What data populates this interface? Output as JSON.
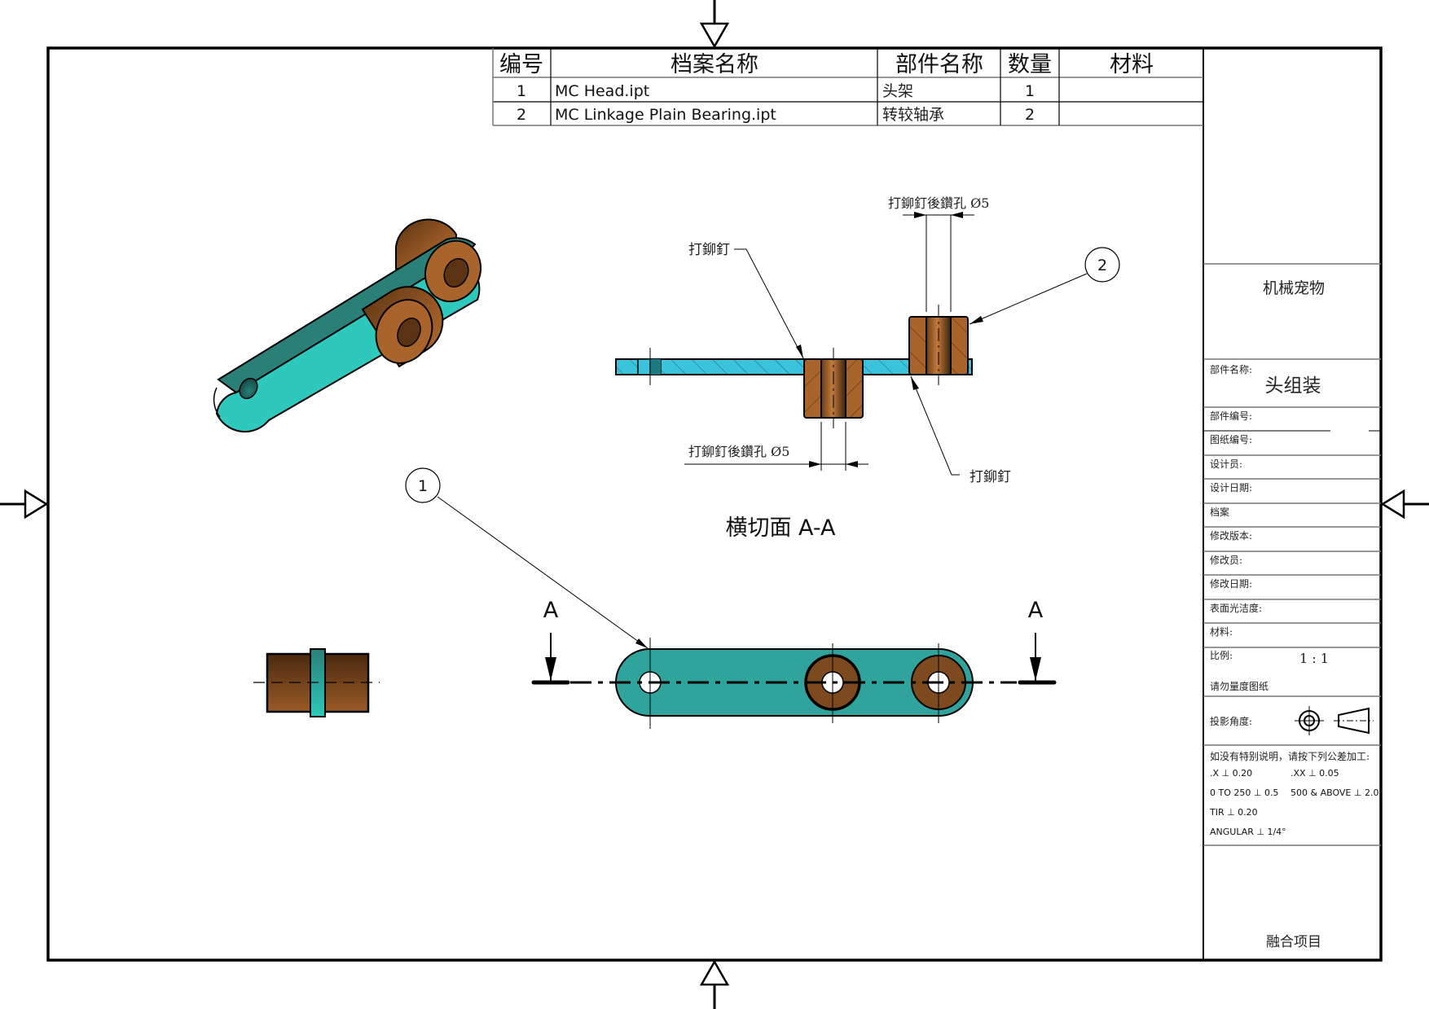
{
  "colors": {
    "plate_cyan": "#2ec8bc",
    "plate_dark": "#2a7f77",
    "plate_top_view": "#30a39c",
    "section_cyan": "#3cc3dc",
    "bronze": "#a9642b",
    "bronze_dark": "#5a3515",
    "bronze_top_view": "#7d4a1f"
  },
  "bom": {
    "headers": [
      "编号",
      "档案名称",
      "部件名称",
      "数量",
      "材料"
    ],
    "rows": [
      {
        "no": "1",
        "file": "MC Head.ipt",
        "part": "头架",
        "qty": "1",
        "material": ""
      },
      {
        "no": "2",
        "file": "MC Linkage Plain Bearing.ipt",
        "part": "转较轴承",
        "qty": "2",
        "material": ""
      }
    ]
  },
  "section_view": {
    "title": "横切面 A-A",
    "note_rivet_left": "打鉚釘",
    "note_rivet_right": "打鉚釘",
    "note_drill_top": "打鉚釘後鑽孔 Ø5",
    "note_drill_bottom": "打鉚釘後鑽孔 Ø5"
  },
  "balloons": {
    "b1": "1",
    "b2": "2"
  },
  "cut_markers": {
    "left": "A",
    "right": "A"
  },
  "title_block": {
    "company": "机械宠物",
    "part_name_label": "部件名称:",
    "part_name": "头组装",
    "part_no_label": "部件编号:",
    "drawing_no_label": "图纸编号:",
    "designer_label": "设计员:",
    "design_date_label": "设计日期:",
    "file_label": "档案",
    "revision_label": "修改版本:",
    "reviser_label": "修改员:",
    "revision_date_label": "修改日期:",
    "surface_label": "表面光洁度:",
    "material_label": "材料:",
    "scale_label": "比例:",
    "scale_value": "1 : 1",
    "no_scale_note": "请勿量度图纸",
    "projection_label": "投影角度:",
    "tolerance_heading": "如没有特别说明，请按下列公差加工:",
    "tol_x": ".X ⊥ 0.20",
    "tol_xx": ".XX ⊥ 0.05",
    "tol_range1": "0 TO 250 ⊥ 0.5",
    "tol_range2": "500 & ABOVE ⊥ 2.0",
    "tol_tir": "TIR ⊥ 0.20",
    "tol_angular": "ANGULAR ⊥ 1/4°",
    "project": "融合项目"
  }
}
